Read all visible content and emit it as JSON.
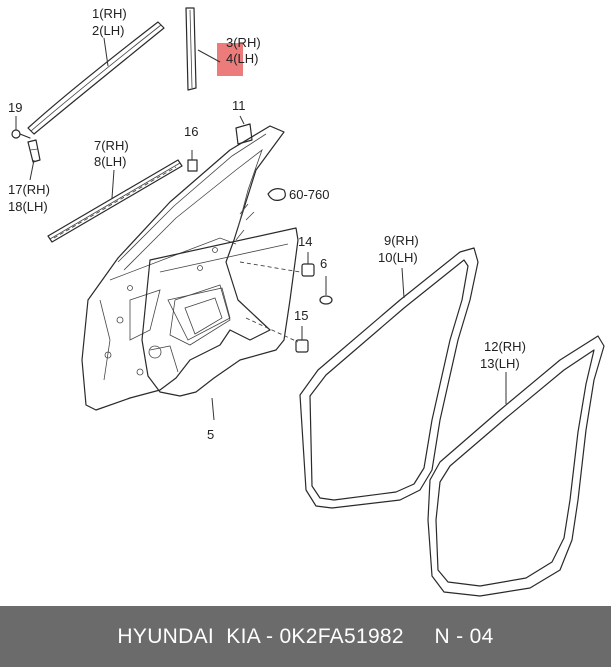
{
  "labels": {
    "p1": "1(RH)",
    "p2": "2(LH)",
    "p3": "3(RH)",
    "p4": "4(LH)",
    "p5": "5",
    "p6": "6",
    "p7": "7(RH)",
    "p8": "8(LH)",
    "p9": "9(RH)",
    "p10": "10(LH)",
    "p11": "11",
    "p12": "12(RH)",
    "p13": "13(LH)",
    "p14": "14",
    "p15": "15",
    "p16": "16",
    "p17": "17(RH)",
    "p18": "18(LH)",
    "p19": "19",
    "ref": "60-760"
  },
  "colors": {
    "highlight": "#ec7b7b",
    "footer_bg": "#6b6b6b",
    "footer_text": "#ffffff"
  },
  "footer": {
    "text": "HYUNDAI  KIA - 0K2FA51982     N - 04"
  }
}
